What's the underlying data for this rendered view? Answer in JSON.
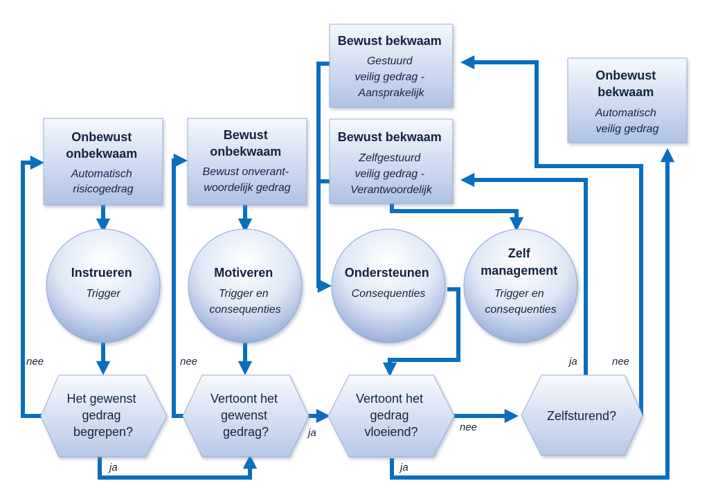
{
  "boxes": {
    "onbewust_onbekwaam": {
      "title": [
        "Onbewust",
        "onbekwaam"
      ],
      "sub": [
        "Automatisch",
        "risicogedrag"
      ]
    },
    "bewust_onbekwaam": {
      "title": [
        "Bewust",
        "onbekwaam"
      ],
      "sub": [
        "Bewust onverant-",
        "woordelijk gedrag"
      ]
    },
    "bewust_bekwaam_gestuurd": {
      "title": [
        "Bewust bekwaam"
      ],
      "sub": [
        "Gestuurd",
        "veilig gedrag -",
        "Aansprakelijk"
      ]
    },
    "bewust_bekwaam_zelfgestuurd": {
      "title": [
        "Bewust bekwaam"
      ],
      "sub": [
        "Zelfgestuurd",
        "veilig gedrag -",
        "Verantwoordelijk"
      ]
    },
    "onbewust_bekwaam": {
      "title": [
        "Onbewust",
        "bekwaam"
      ],
      "sub": [
        "Automatisch",
        "veilig gedrag"
      ]
    }
  },
  "circles": {
    "instrueren": {
      "title": [
        "Instrueren"
      ],
      "sub": [
        "Trigger"
      ]
    },
    "motiveren": {
      "title": [
        "Motiveren"
      ],
      "sub": [
        "Trigger en",
        "consequenties"
      ]
    },
    "ondersteunen": {
      "title": [
        "Ondersteunen"
      ],
      "sub": [
        "Consequenties"
      ]
    },
    "zelfmanagement": {
      "title": [
        "Zelf",
        "management"
      ],
      "sub": [
        "Trigger en",
        "consequenties"
      ]
    }
  },
  "decisions": {
    "begrepen": [
      "Het gewenst",
      "gedrag",
      "begrepen?"
    ],
    "vertoont_gewenst": [
      "Vertoont het",
      "gewenst",
      "gedrag?"
    ],
    "vloeiend": [
      "Vertoont het",
      "gedrag",
      "vloeiend?"
    ],
    "zelfsturend": [
      "Zelfsturend?"
    ]
  },
  "edge_labels": {
    "nee_1": "nee",
    "ja_1": "ja",
    "nee_2": "nee",
    "ja_2": "ja",
    "nee_3": "nee",
    "ja_3": "ja",
    "ja_4": "ja",
    "nee_4": "nee"
  },
  "colors": {
    "connector": "#0a6ebd",
    "node_light": "#ffffff",
    "node_dark": "#a9bde3",
    "node_border": "#9aaecf",
    "text": "#14233f"
  }
}
